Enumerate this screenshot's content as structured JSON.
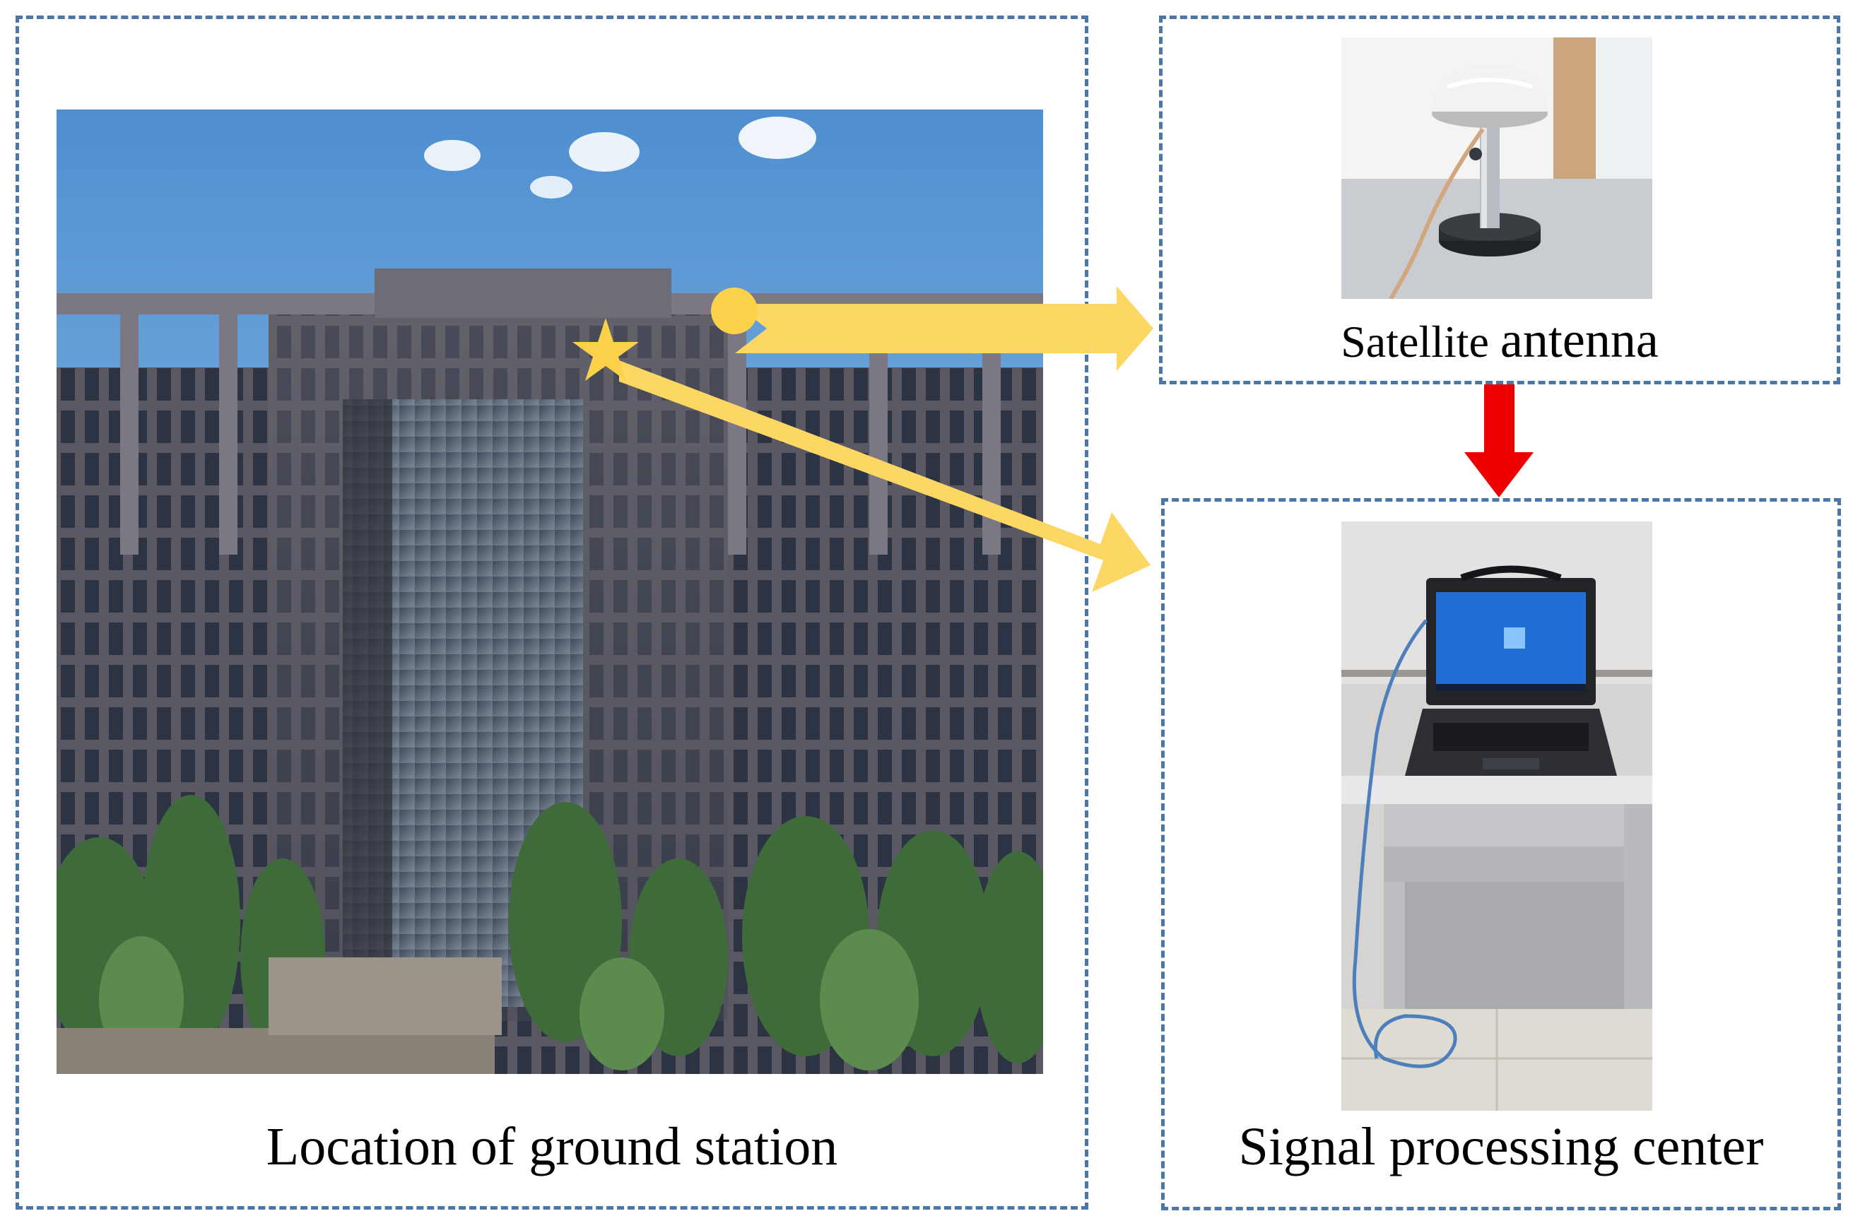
{
  "panels": {
    "ground_station": {
      "caption": "Location of ground station"
    },
    "antenna": {
      "caption_part1": "Satellite ",
      "caption_part2": "antenna"
    },
    "processing_center": {
      "caption": "Signal processing center"
    }
  },
  "colors": {
    "panel_border": "#4a76a8",
    "yellow_arrow": "#fcd763",
    "red_arrow": "#ee0000",
    "marker": "#fcd14a"
  },
  "icons": {
    "marker_circle": "circle-marker-icon",
    "marker_star": "star-marker-icon"
  }
}
